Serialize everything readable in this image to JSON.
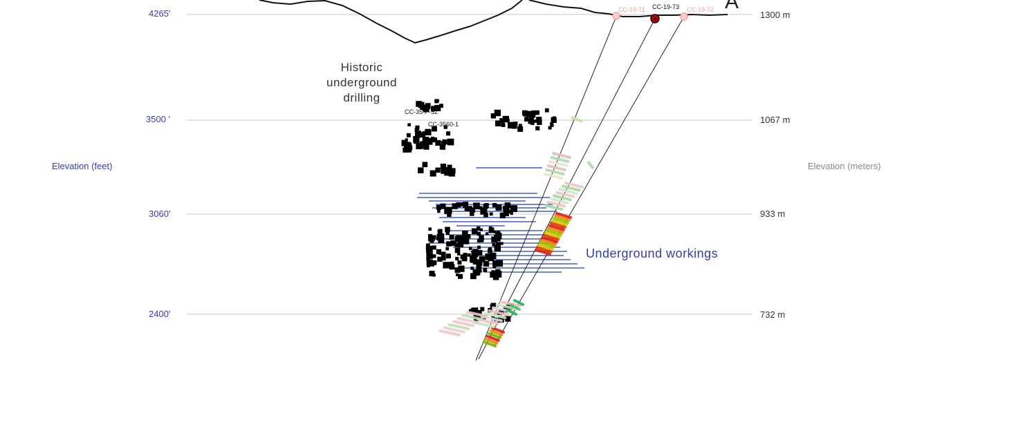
{
  "section_letter": "A",
  "axis": {
    "left_title": "Elevation (feet)",
    "right_title": "Elevation (meters)",
    "levels": [
      {
        "feet": "4265'",
        "meters": "1300 m"
      },
      {
        "feet": "3500 '",
        "meters": "1067 m"
      },
      {
        "feet": "3060'",
        "meters": "933 m"
      },
      {
        "feet": "2400'",
        "meters": "732 m"
      }
    ]
  },
  "annotations": {
    "historic": [
      "Historic",
      "underground",
      "drilling"
    ],
    "underground_workings": "Underground workings"
  },
  "drill_holes": [
    {
      "name": "CC-19-71",
      "active": false
    },
    {
      "name": "CC-19-73",
      "active": true
    },
    {
      "name": "CC-19-72",
      "active": false
    }
  ],
  "historic_hole_labels": [
    "CC-35-P-32",
    "CC-3560-1"
  ],
  "colors": {
    "feet_label": "#3a3ab0",
    "workings": "#1f3fb0",
    "active_collar": "#cc0000",
    "inactive_collar": "#f2a0a0"
  }
}
